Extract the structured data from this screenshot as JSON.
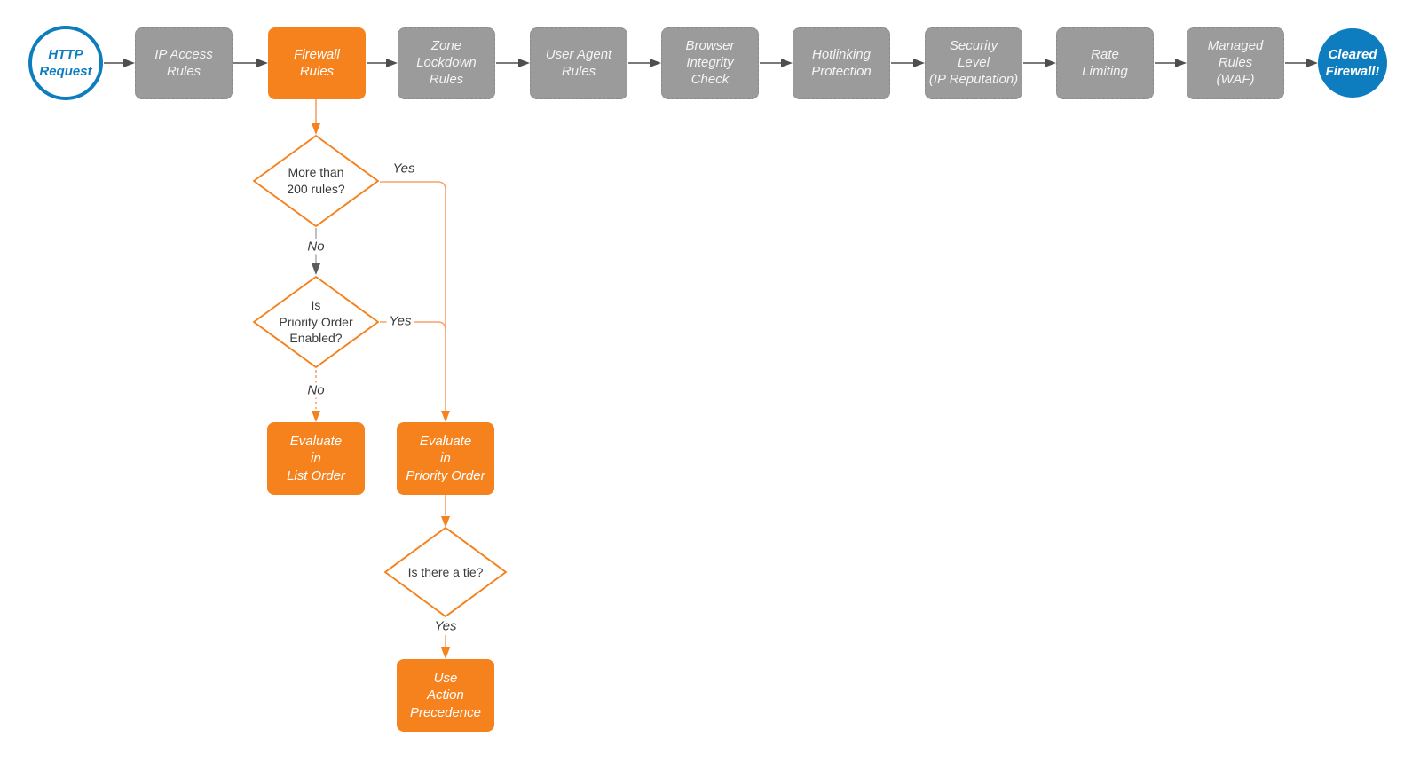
{
  "colors": {
    "accent_orange": "#F6821E",
    "connector_light_orange": "#F9A06B",
    "accent_blue": "#0E7DC0",
    "stage_gray": "#9B9B9B",
    "connector_dark_gray": "#4E4E4E"
  },
  "pipeline": {
    "start": {
      "label": "HTTP\nRequest"
    },
    "stages": [
      {
        "label": "IP Access\nRules"
      },
      {
        "label": "Firewall\nRules"
      },
      {
        "label": "Zone\nLockdown\nRules"
      },
      {
        "label": "User Agent\nRules"
      },
      {
        "label": "Browser\nIntegrity\nCheck"
      },
      {
        "label": "Hotlinking\nProtection"
      },
      {
        "label": "Security\nLevel\n(IP Reputation)"
      },
      {
        "label": "Rate\nLimiting"
      },
      {
        "label": "Managed\nRules\n(WAF)"
      }
    ],
    "end": {
      "label": "Cleared\nFirewall!"
    }
  },
  "branch": {
    "more_than_200": {
      "question": "More than\n200 rules?",
      "yes_label": "Yes",
      "no_label": "No"
    },
    "priority_enabled": {
      "question": "Is\nPriority Order\nEnabled?",
      "yes_label": "Yes",
      "no_label": "No"
    },
    "evaluate_list_order": {
      "label": "Evaluate\nin\nList Order"
    },
    "evaluate_priority_order": {
      "label": "Evaluate\nin\nPriority Order"
    },
    "tie": {
      "question": "Is there a tie?",
      "yes_label": "Yes"
    },
    "use_action_precedence": {
      "label": "Use\nAction\nPrecedence"
    }
  }
}
